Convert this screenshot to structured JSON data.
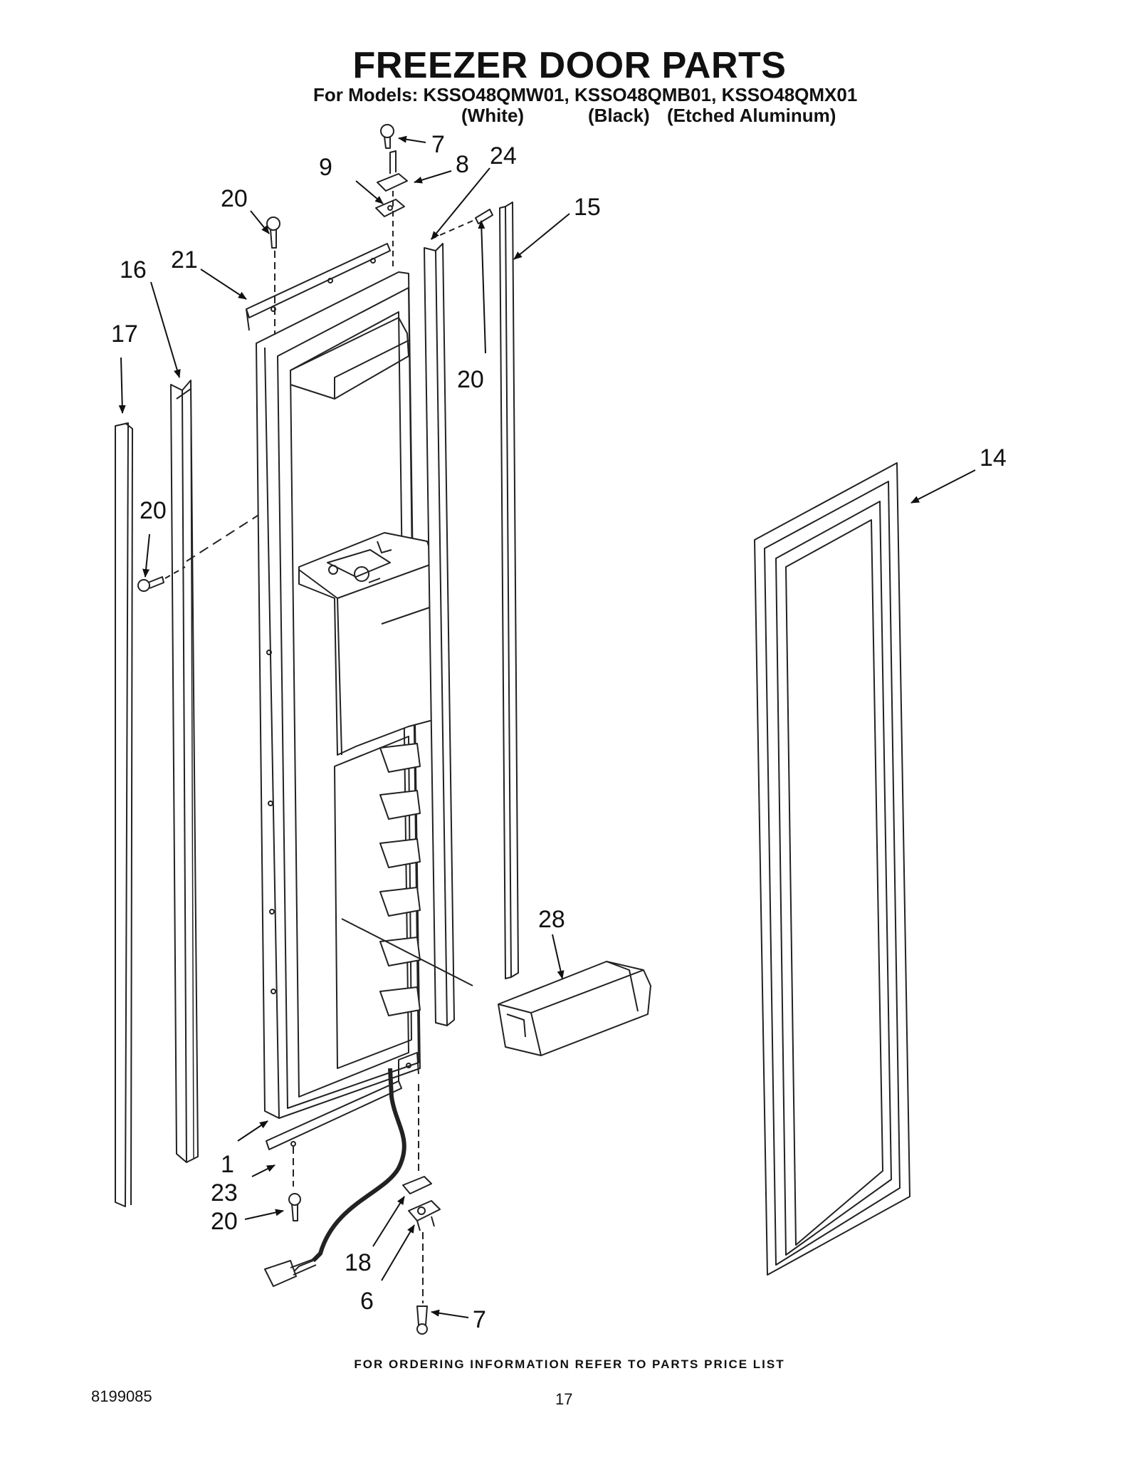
{
  "header": {
    "title": "FREEZER DOOR PARTS",
    "models_line": "For Models: KSSO48QMW01, KSSO48QMB01, KSSO48QMX01",
    "variants": [
      "(White)",
      "(Black)",
      "(Etched Aluminum)"
    ]
  },
  "diagram": {
    "callouts": [
      {
        "id": "c7-top",
        "label": "7"
      },
      {
        "id": "c8",
        "label": "8"
      },
      {
        "id": "c9",
        "label": "9"
      },
      {
        "id": "c24",
        "label": "24"
      },
      {
        "id": "c15",
        "label": "15"
      },
      {
        "id": "c20-a",
        "label": "20"
      },
      {
        "id": "c21",
        "label": "21"
      },
      {
        "id": "c16",
        "label": "16"
      },
      {
        "id": "c20-b",
        "label": "20"
      },
      {
        "id": "c17",
        "label": "17"
      },
      {
        "id": "c14",
        "label": "14"
      },
      {
        "id": "c20-c",
        "label": "20"
      },
      {
        "id": "c28",
        "label": "28"
      },
      {
        "id": "c1",
        "label": "1"
      },
      {
        "id": "c23",
        "label": "23"
      },
      {
        "id": "c20-d",
        "label": "20"
      },
      {
        "id": "c18",
        "label": "18"
      },
      {
        "id": "c6",
        "label": "6"
      },
      {
        "id": "c7-bottom",
        "label": "7"
      }
    ]
  },
  "footer": {
    "note": "FOR ORDERING INFORMATION REFER TO PARTS PRICE LIST",
    "doc_number": "8199085",
    "page_number": "17"
  }
}
